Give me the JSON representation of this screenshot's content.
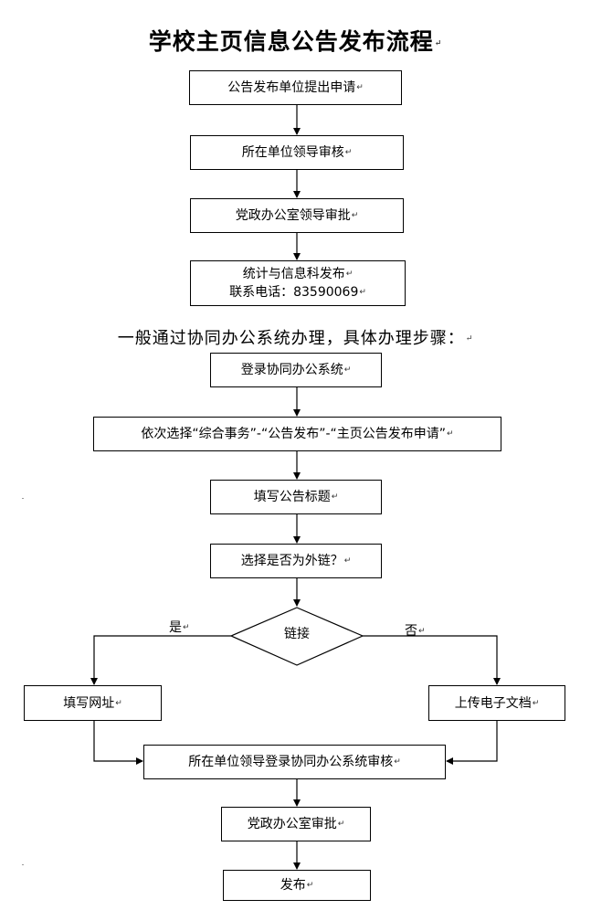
{
  "title": "学校主页信息公告发布流程",
  "subtitle": "一般通过协同办公系统办理，具体办理步骤：",
  "para_mark": "↵",
  "steps": {
    "apply": "公告发布单位提出申请",
    "unit_review": "所在单位领导审核",
    "party_approve": "党政办公室领导审批",
    "stat_publish": "统计与信息科发布",
    "contact": "联系电话：83590069",
    "login": "登录协同办公系统",
    "select_path": "依次选择“综合事务”-“公告发布”-“主页公告发布申请”",
    "fill_title": "填写公告标题",
    "choose_link": "选择是否为外链？",
    "decision": "链接",
    "yes": "是",
    "no": "否",
    "fill_url": "填写网址",
    "upload_doc": "上传电子文档",
    "unit_review_system": "所在单位领导登录协同办公系统审核",
    "party_approve2": "党政办公室审批",
    "publish": "发布"
  }
}
